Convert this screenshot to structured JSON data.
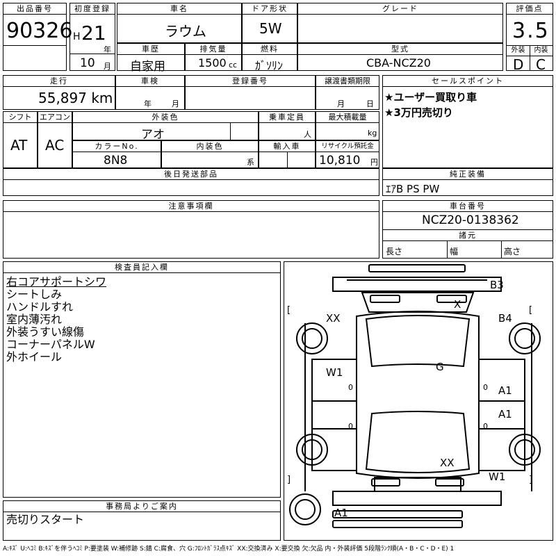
{
  "top": {
    "h_lot": "出品番号",
    "lot_no": "90326",
    "h_reg": "初度登録",
    "era": "H",
    "year": "21",
    "year_unit": "年",
    "month": "10",
    "month_unit": "月",
    "h_name": "車名",
    "car_name": "ラウム",
    "h_door": "ドア形状",
    "door": "5W",
    "h_grade": "グレード",
    "grade": "",
    "h_score": "評価点",
    "score": "3.5",
    "h_ext": "外装",
    "ext": "D",
    "h_int": "内装",
    "int": "C",
    "h_history": "車歴",
    "history": "自家用",
    "h_disp": "排気量",
    "displacement": "1500",
    "disp_unit": "cc",
    "h_fuel": "燃料",
    "fuel": "ｶﾞｿﾘﾝ",
    "h_model": "型式",
    "model": "CBA-NCZ20"
  },
  "row2": {
    "h_mileage": "走行",
    "mileage": "55,897 km",
    "h_inspect": "車検",
    "insp_year_unit": "年",
    "insp_month_unit": "月",
    "h_plate": "登録番号",
    "h_transfer": "譲渡書類期限",
    "tr_month_unit": "月",
    "tr_day_unit": "日",
    "h_sales": "セールスポイント",
    "sales_points": [
      "★ユーザー買取り車",
      "★3万円売切り"
    ]
  },
  "row3": {
    "h_shift": "シフト",
    "shift": "AT",
    "h_ac": "エアコン",
    "ac": "AC",
    "h_color": "外装色",
    "color": "アオ",
    "h_capacity": "乗車定員",
    "capacity_unit": "人",
    "h_load": "最大積載量",
    "load_unit": "kg",
    "h_colorno": "カラーNo.",
    "color_no": "8N8",
    "h_interior": "内装色",
    "interior_unit": "系",
    "h_import": "輸入車",
    "h_recycle": "リサイクル預託金",
    "recycle": "10,810",
    "recycle_unit": "円"
  },
  "parts": {
    "h_later": "後日発送部品",
    "h_equip": "純正装備",
    "equipment": "ｴｱB PS PW"
  },
  "notes": {
    "h_attention": "注意事項欄",
    "h_chassis": "車台番号",
    "chassis_no": "NCZ20-0138362",
    "h_dims": "諸元",
    "length": "長さ",
    "width": "幅",
    "height": "高さ"
  },
  "inspector": {
    "h_title": "検査員記入欄",
    "lines": [
      "右コアサポートシワ",
      "シートしみ",
      "ハンドルすれ",
      "室内薄汚れ",
      "外装うすい線傷",
      "コーナーパネルW",
      "外ホイール"
    ]
  },
  "office": {
    "h_title": "事務局よりご案内",
    "text": "売切りスタート"
  },
  "diagram": {
    "marks": [
      "B3",
      "X",
      "XX",
      "B4",
      "W1",
      "G",
      "A1",
      "A1",
      "XX",
      "W1",
      "A1"
    ],
    "brackets_left": [
      "[",
      "]"
    ],
    "brackets_right": [
      "[",
      "]"
    ],
    "zero": "0"
  },
  "legend": "A:ｷｽﾞ U:ﾍｺﾐ B:ｷｽﾞを伴うﾍｺﾐ P:要塗装 W:補修跡 S:錆 C:腐食、穴 G:ﾌﾛﾝﾄｶﾞﾗｽ点ｷｽﾞ XX:交換済み X:要交換 欠:欠品 内・外装評価 5段階ﾗﾝｸ順(A・B・C・D・E) 1"
}
